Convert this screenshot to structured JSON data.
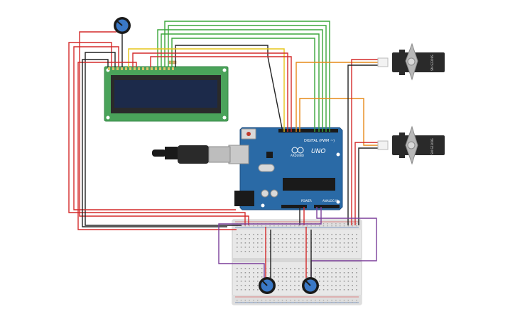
{
  "arduino": {
    "brand": "UNO",
    "model": "ARDUINO",
    "digital_label": "DIGITAL (PWM ~)",
    "power_label": "POWER",
    "analog_label": "ANALOG IN"
  },
  "servos": [
    {
      "model": "SM-S2309S"
    },
    {
      "model": "SM-S2309S"
    }
  ],
  "colors": {
    "wire_red": "#d42a2a",
    "wire_black": "#222222",
    "wire_green": "#3aa63a",
    "wire_yellow": "#e6c619",
    "wire_orange": "#e68a19",
    "wire_purple": "#7b3f9a",
    "arduino_blue": "#2a6aa6",
    "lcd_green": "#4aa35a",
    "lcd_screen": "#1c2a4a"
  },
  "icons": {
    "potentiometer": "potentiometer-icon",
    "servo": "servo-motor-icon",
    "usb": "usb-cable-icon"
  }
}
